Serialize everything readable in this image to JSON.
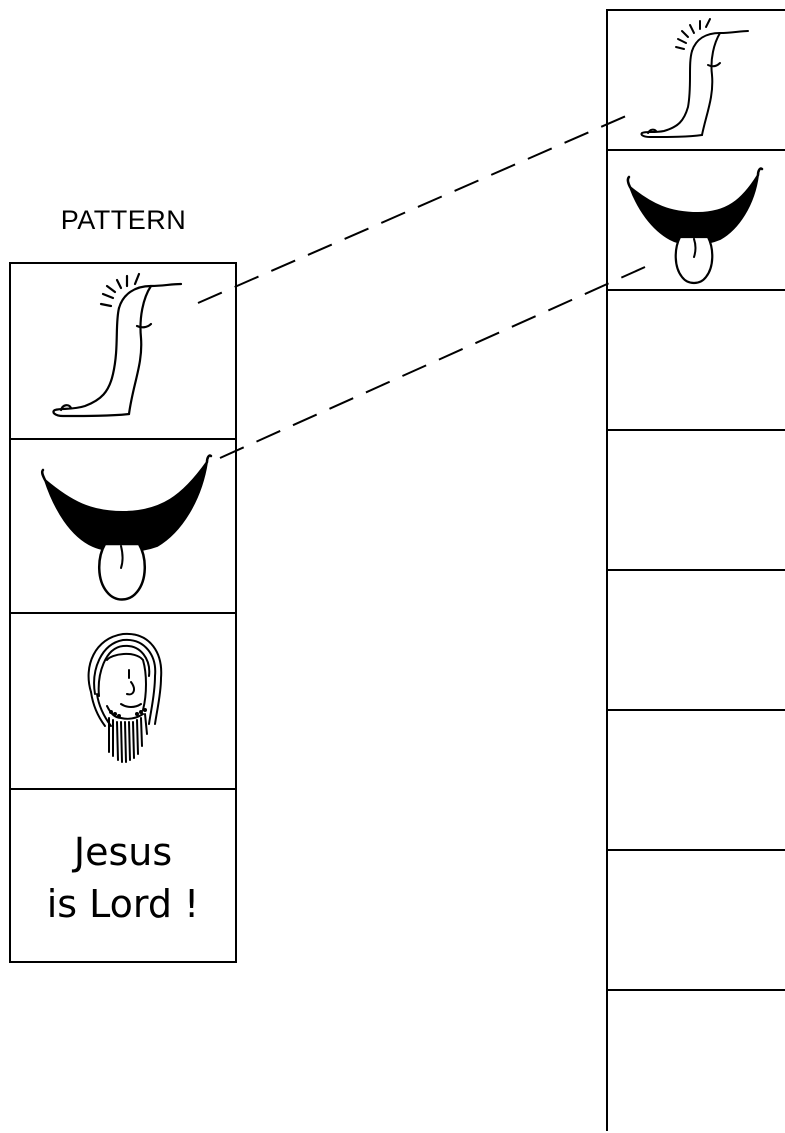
{
  "pattern": {
    "title": "PATTERN",
    "cells": [
      {
        "icon": "knee-leg-icon"
      },
      {
        "icon": "mouth-tongue-icon"
      },
      {
        "icon": "jesus-face-icon"
      },
      {
        "caption_line1": "Jesus",
        "caption_line2": "is Lord !"
      }
    ]
  },
  "strip": {
    "filled_cells": [
      "knee-leg-icon",
      "mouth-tongue-icon"
    ],
    "blank_cell_count": 6
  }
}
